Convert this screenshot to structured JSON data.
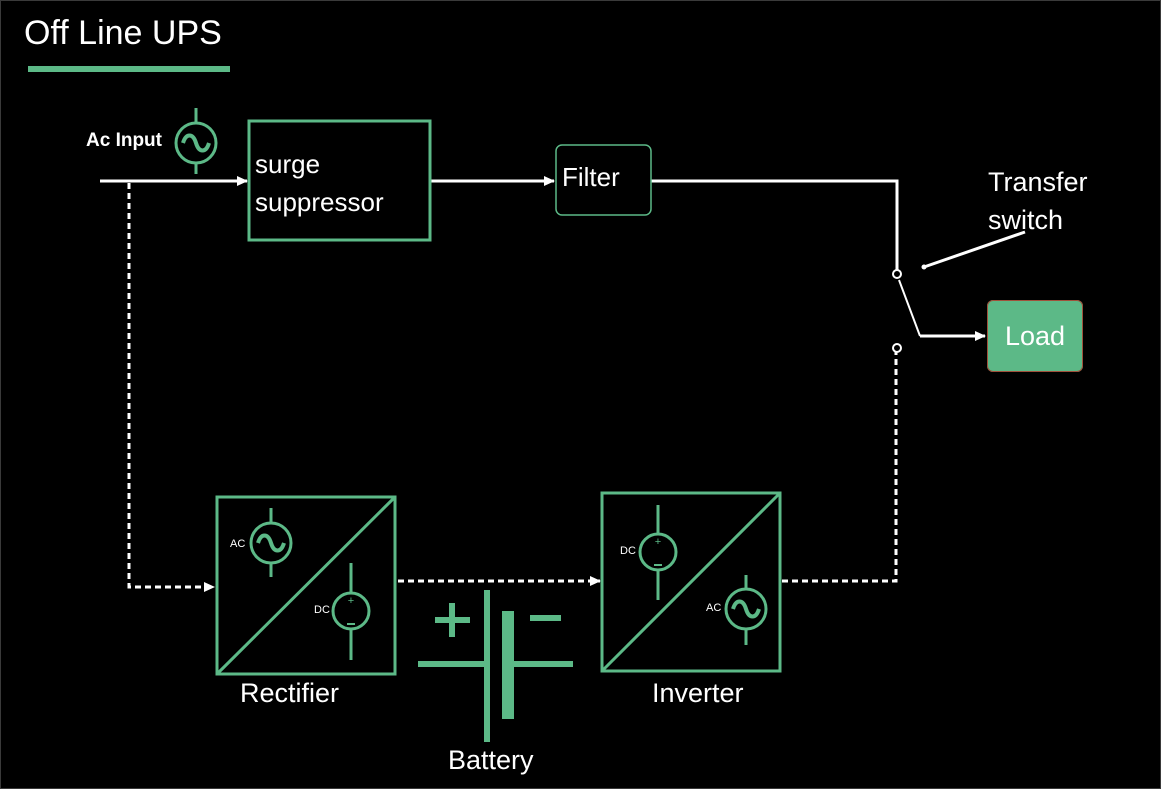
{
  "title": "Off Line UPS",
  "colors": {
    "accent": "#5cb987",
    "line": "#ffffff",
    "background": "#000000"
  },
  "labels": {
    "ac_input": "Ac Input",
    "surge_line1": "surge",
    "surge_line2": "suppressor",
    "filter": "Filter",
    "transfer_line1": "Transfer",
    "transfer_line2": "switch",
    "load": "Load",
    "rectifier": "Rectifier",
    "inverter": "Inverter",
    "battery": "Battery",
    "rect_ac": "AC",
    "rect_dc": "DC",
    "inv_dc": "DC",
    "inv_ac": "AC"
  },
  "icons": [
    "ac-source-icon",
    "dc-source-icon",
    "battery-symbol-icon",
    "transfer-switch-icon"
  ]
}
